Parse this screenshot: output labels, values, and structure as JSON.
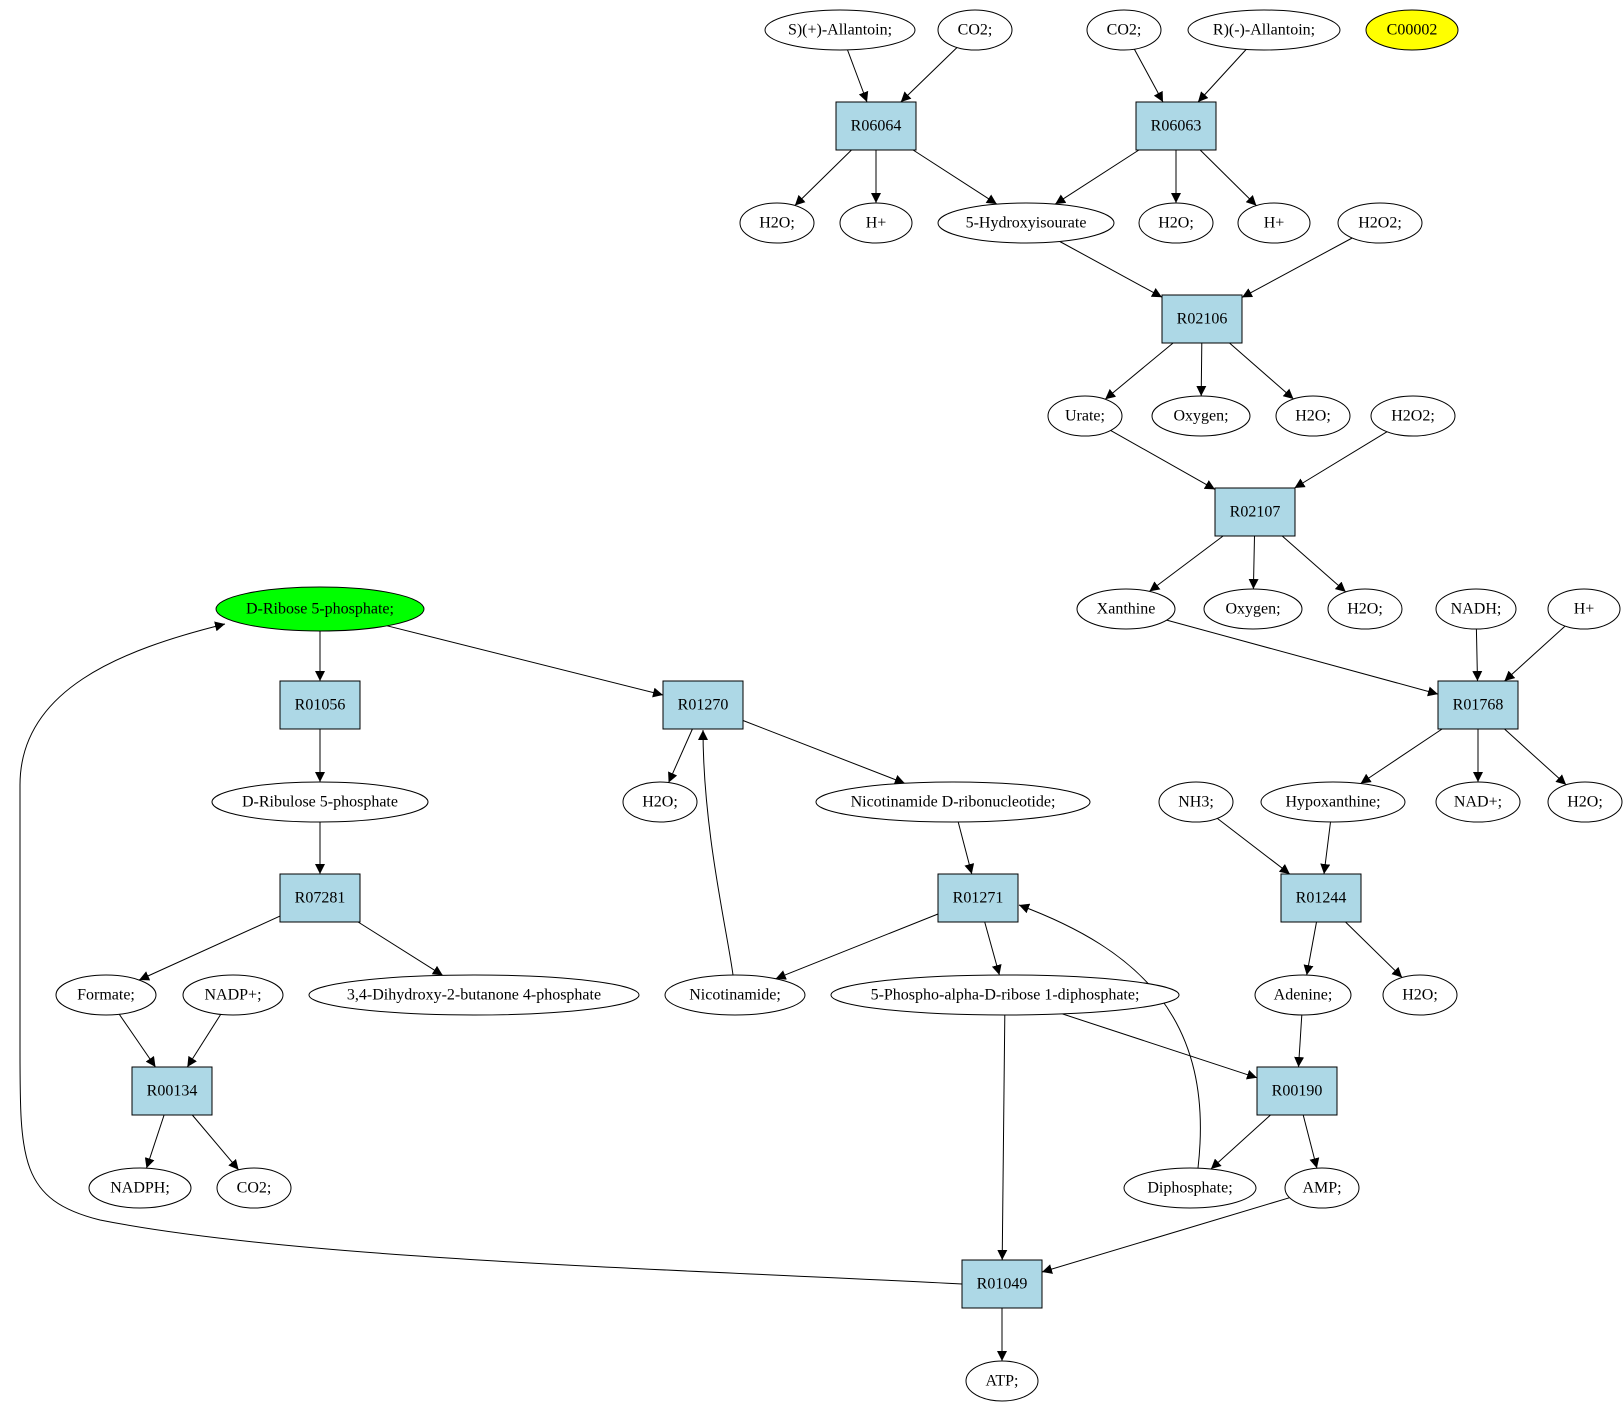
{
  "colors": {
    "reaction_fill": "#add8e6",
    "compound_fill": "#ffffff",
    "highlight_start": "#00ff00",
    "highlight_target": "#ffff00",
    "stroke": "#000000"
  },
  "nodes": [
    {
      "id": "s_allantoin",
      "kind": "compound",
      "label": "S)(+)-Allantoin;"
    },
    {
      "id": "co2_a",
      "kind": "compound",
      "label": "CO2;"
    },
    {
      "id": "co2_b",
      "kind": "compound",
      "label": "CO2;"
    },
    {
      "id": "r_allantoin",
      "kind": "compound",
      "label": "R)(-)-Allantoin;"
    },
    {
      "id": "c00002",
      "kind": "compound",
      "label": "C00002",
      "highlight": "target"
    },
    {
      "id": "R06064",
      "kind": "reaction",
      "label": "R06064"
    },
    {
      "id": "R06063",
      "kind": "reaction",
      "label": "R06063"
    },
    {
      "id": "h2o_a",
      "kind": "compound",
      "label": "H2O;"
    },
    {
      "id": "hplus_a",
      "kind": "compound",
      "label": "H+"
    },
    {
      "id": "hydroxyisourate",
      "kind": "compound",
      "label": "5-Hydroxyisourate"
    },
    {
      "id": "h2o_b",
      "kind": "compound",
      "label": "H2O;"
    },
    {
      "id": "hplus_b",
      "kind": "compound",
      "label": "H+"
    },
    {
      "id": "h2o2_a",
      "kind": "compound",
      "label": "H2O2;"
    },
    {
      "id": "R02106",
      "kind": "reaction",
      "label": "R02106"
    },
    {
      "id": "urate",
      "kind": "compound",
      "label": "Urate;"
    },
    {
      "id": "oxygen_a",
      "kind": "compound",
      "label": "Oxygen;"
    },
    {
      "id": "h2o_c",
      "kind": "compound",
      "label": "H2O;"
    },
    {
      "id": "h2o2_b",
      "kind": "compound",
      "label": "H2O2;"
    },
    {
      "id": "R02107",
      "kind": "reaction",
      "label": "R02107"
    },
    {
      "id": "xanthine",
      "kind": "compound",
      "label": "Xanthine"
    },
    {
      "id": "oxygen_b",
      "kind": "compound",
      "label": "Oxygen;"
    },
    {
      "id": "h2o_d",
      "kind": "compound",
      "label": "H2O;"
    },
    {
      "id": "nadh",
      "kind": "compound",
      "label": "NADH;"
    },
    {
      "id": "hplus_c",
      "kind": "compound",
      "label": "H+"
    },
    {
      "id": "ribose5p",
      "kind": "compound",
      "label": "D-Ribose 5-phosphate;",
      "highlight": "start"
    },
    {
      "id": "R01056",
      "kind": "reaction",
      "label": "R01056"
    },
    {
      "id": "R01270",
      "kind": "reaction",
      "label": "R01270"
    },
    {
      "id": "R01768",
      "kind": "reaction",
      "label": "R01768"
    },
    {
      "id": "ribulose5p",
      "kind": "compound",
      "label": "D-Ribulose 5-phosphate"
    },
    {
      "id": "h2o_e",
      "kind": "compound",
      "label": "H2O;"
    },
    {
      "id": "nmn",
      "kind": "compound",
      "label": "Nicotinamide D-ribonucleotide;"
    },
    {
      "id": "nh3",
      "kind": "compound",
      "label": "NH3;"
    },
    {
      "id": "hypoxanthine",
      "kind": "compound",
      "label": "Hypoxanthine;"
    },
    {
      "id": "nadplus",
      "kind": "compound",
      "label": "NAD+;"
    },
    {
      "id": "h2o_f",
      "kind": "compound",
      "label": "H2O;"
    },
    {
      "id": "R07281",
      "kind": "reaction",
      "label": "R07281"
    },
    {
      "id": "R01271",
      "kind": "reaction",
      "label": "R01271"
    },
    {
      "id": "R01244",
      "kind": "reaction",
      "label": "R01244"
    },
    {
      "id": "formate",
      "kind": "compound",
      "label": "Formate;"
    },
    {
      "id": "nadpplus",
      "kind": "compound",
      "label": "NADP+;"
    },
    {
      "id": "dhbp",
      "kind": "compound",
      "label": "3,4-Dihydroxy-2-butanone 4-phosphate"
    },
    {
      "id": "nicotinamide",
      "kind": "compound",
      "label": "Nicotinamide;"
    },
    {
      "id": "prpp",
      "kind": "compound",
      "label": "5-Phospho-alpha-D-ribose 1-diphosphate;"
    },
    {
      "id": "adenine",
      "kind": "compound",
      "label": "Adenine;"
    },
    {
      "id": "h2o_g",
      "kind": "compound",
      "label": "H2O;"
    },
    {
      "id": "R00134",
      "kind": "reaction",
      "label": "R00134"
    },
    {
      "id": "R00190",
      "kind": "reaction",
      "label": "R00190"
    },
    {
      "id": "nadph",
      "kind": "compound",
      "label": "NADPH;"
    },
    {
      "id": "co2_c",
      "kind": "compound",
      "label": "CO2;"
    },
    {
      "id": "diphosphate",
      "kind": "compound",
      "label": "Diphosphate;"
    },
    {
      "id": "amp",
      "kind": "compound",
      "label": "AMP;"
    },
    {
      "id": "R01049",
      "kind": "reaction",
      "label": "R01049"
    },
    {
      "id": "atp",
      "kind": "compound",
      "label": "ATP;"
    }
  ],
  "edges": [
    {
      "from": "s_allantoin",
      "to": "R06064"
    },
    {
      "from": "co2_a",
      "to": "R06064"
    },
    {
      "from": "co2_b",
      "to": "R06063"
    },
    {
      "from": "r_allantoin",
      "to": "R06063"
    },
    {
      "from": "R06064",
      "to": "h2o_a"
    },
    {
      "from": "R06064",
      "to": "hplus_a"
    },
    {
      "from": "R06064",
      "to": "hydroxyisourate"
    },
    {
      "from": "R06063",
      "to": "hydroxyisourate"
    },
    {
      "from": "R06063",
      "to": "h2o_b"
    },
    {
      "from": "R06063",
      "to": "hplus_b"
    },
    {
      "from": "hydroxyisourate",
      "to": "R02106"
    },
    {
      "from": "h2o2_a",
      "to": "R02106"
    },
    {
      "from": "R02106",
      "to": "urate"
    },
    {
      "from": "R02106",
      "to": "oxygen_a"
    },
    {
      "from": "R02106",
      "to": "h2o_c"
    },
    {
      "from": "urate",
      "to": "R02107"
    },
    {
      "from": "h2o2_b",
      "to": "R02107"
    },
    {
      "from": "R02107",
      "to": "xanthine"
    },
    {
      "from": "R02107",
      "to": "oxygen_b"
    },
    {
      "from": "R02107",
      "to": "h2o_d"
    },
    {
      "from": "xanthine",
      "to": "R01768"
    },
    {
      "from": "nadh",
      "to": "R01768"
    },
    {
      "from": "hplus_c",
      "to": "R01768"
    },
    {
      "from": "R01768",
      "to": "hypoxanthine"
    },
    {
      "from": "R01768",
      "to": "nadplus"
    },
    {
      "from": "R01768",
      "to": "h2o_f"
    },
    {
      "from": "ribose5p",
      "to": "R01056"
    },
    {
      "from": "ribose5p",
      "to": "R01270"
    },
    {
      "from": "R01056",
      "to": "ribulose5p"
    },
    {
      "from": "ribulose5p",
      "to": "R07281"
    },
    {
      "from": "R07281",
      "to": "formate"
    },
    {
      "from": "R07281",
      "to": "dhbp"
    },
    {
      "from": "formate",
      "to": "R00134"
    },
    {
      "from": "nadpplus",
      "to": "R00134"
    },
    {
      "from": "R00134",
      "to": "nadph"
    },
    {
      "from": "R00134",
      "to": "co2_c"
    },
    {
      "from": "R01270",
      "to": "h2o_e"
    },
    {
      "from": "R01270",
      "to": "nmn"
    },
    {
      "from": "nicotinamide",
      "to": "R01270"
    },
    {
      "from": "nmn",
      "to": "R01271"
    },
    {
      "from": "diphosphate",
      "to": "R01271"
    },
    {
      "from": "R01271",
      "to": "nicotinamide"
    },
    {
      "from": "R01271",
      "to": "prpp"
    },
    {
      "from": "nh3",
      "to": "R01244"
    },
    {
      "from": "hypoxanthine",
      "to": "R01244"
    },
    {
      "from": "R01244",
      "to": "adenine"
    },
    {
      "from": "R01244",
      "to": "h2o_g"
    },
    {
      "from": "adenine",
      "to": "R00190"
    },
    {
      "from": "prpp",
      "to": "R00190"
    },
    {
      "from": "prpp",
      "to": "R01049"
    },
    {
      "from": "R00190",
      "to": "diphosphate"
    },
    {
      "from": "R00190",
      "to": "amp"
    },
    {
      "from": "amp",
      "to": "R01049"
    },
    {
      "from": "R01049",
      "to": "ribose5p"
    },
    {
      "from": "R01049",
      "to": "atp"
    }
  ]
}
